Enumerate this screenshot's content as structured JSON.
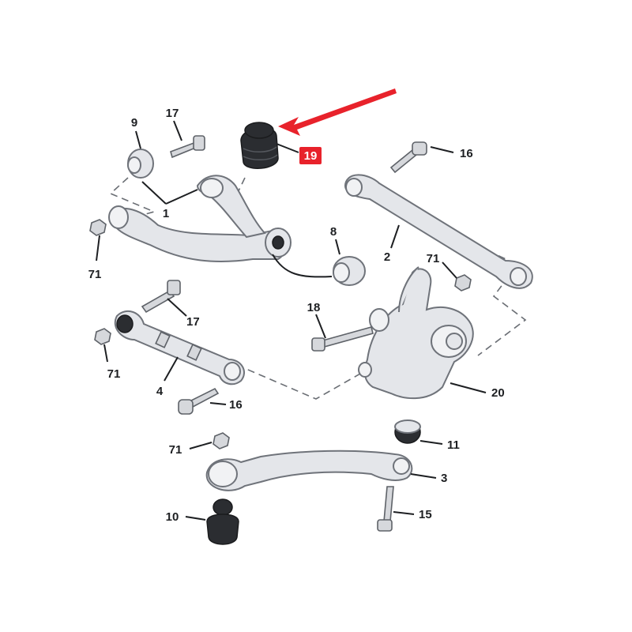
{
  "diagram": {
    "highlight_color": "#e8222b",
    "callouts": [
      {
        "id": "c9",
        "text": "9"
      },
      {
        "id": "c17a",
        "text": "17"
      },
      {
        "id": "c19",
        "text": "19",
        "highlighted": true
      },
      {
        "id": "c16a",
        "text": "16"
      },
      {
        "id": "c1",
        "text": "1"
      },
      {
        "id": "c71a",
        "text": "71"
      },
      {
        "id": "c8",
        "text": "8"
      },
      {
        "id": "c2",
        "text": "2"
      },
      {
        "id": "c71b",
        "text": "71"
      },
      {
        "id": "c18",
        "text": "18"
      },
      {
        "id": "c17b",
        "text": "17"
      },
      {
        "id": "c71c",
        "text": "71"
      },
      {
        "id": "c4",
        "text": "4"
      },
      {
        "id": "c16b",
        "text": "16"
      },
      {
        "id": "c20",
        "text": "20"
      },
      {
        "id": "c11",
        "text": "11"
      },
      {
        "id": "c71d",
        "text": "71"
      },
      {
        "id": "c3",
        "text": "3"
      },
      {
        "id": "c10",
        "text": "10"
      },
      {
        "id": "c15",
        "text": "15"
      }
    ]
  }
}
